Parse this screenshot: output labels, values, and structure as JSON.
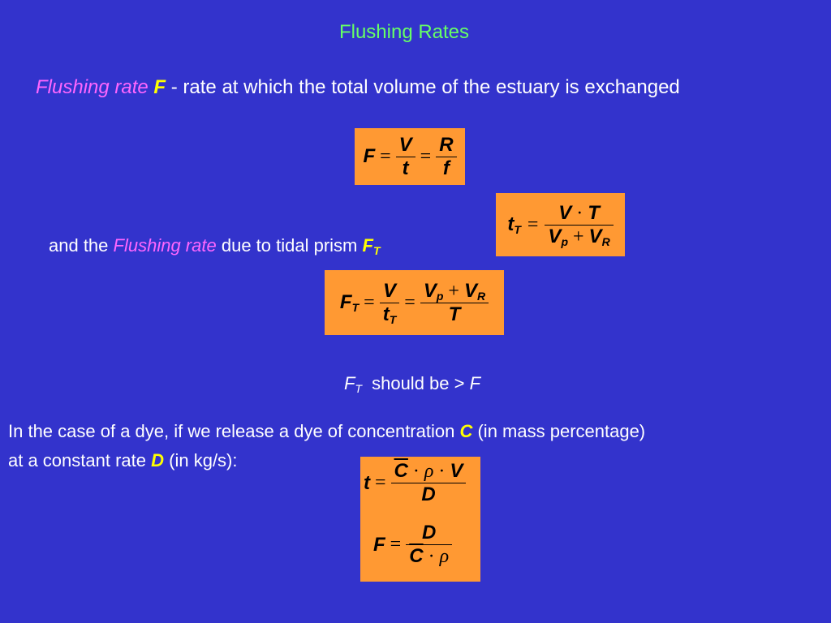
{
  "title": "Flushing Rates",
  "definition": {
    "term": "Flushing rate",
    "symbol": "F",
    "rest": "- rate at which the total volume of the estuary is exchanged"
  },
  "eq1": {
    "lhs": "F",
    "v": "V",
    "t": "t",
    "r": "R",
    "f": "f"
  },
  "eq2": {
    "lhs": "t",
    "lhs_sub": "T",
    "num_a": "V",
    "num_b": "T",
    "den_a": "V",
    "den_a_sub": "p",
    "den_b": "V",
    "den_b_sub": "R"
  },
  "tidal_line": {
    "prefix": "and the",
    "term": "Flushing rate",
    "middle": "due to tidal prism",
    "symbol": "F",
    "symbol_sub": "T"
  },
  "eq3": {
    "lhs": "F",
    "lhs_sub": "T",
    "n1": "V",
    "d1": "t",
    "d1_sub": "T",
    "n2a": "V",
    "n2a_sub": "p",
    "n2b": "V",
    "n2b_sub": "R",
    "d2": "T"
  },
  "comparison": {
    "lhs": "F",
    "lhs_sub": "T",
    "text": "should be >",
    "rhs": "F"
  },
  "dye_text": {
    "part1": "In the case of a dye, if we release a dye of concentration",
    "c": "C",
    "part2": "(in mass percentage)",
    "part3": "at a constant rate",
    "d": "D",
    "part4": "(in kg/s):"
  },
  "eq4": {
    "t": "t",
    "c": "C",
    "rho": "ρ",
    "v": "V",
    "d": "D"
  },
  "eq5": {
    "f": "F",
    "d": "D",
    "c": "C",
    "rho": "ρ"
  },
  "colors": {
    "background": "#3333cc",
    "title": "#66ff66",
    "highlight": "#ff66ff",
    "symbol": "#ffff00",
    "box": "#ff9933"
  }
}
